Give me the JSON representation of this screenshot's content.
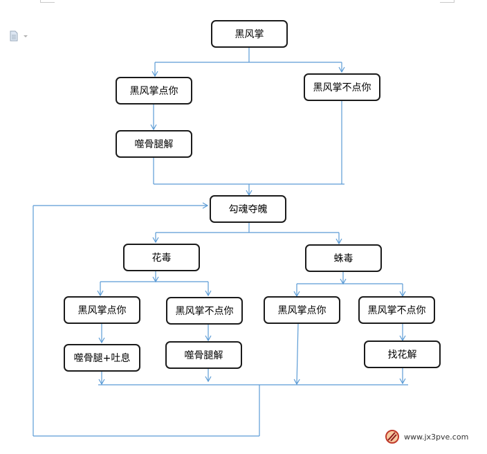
{
  "nodes": {
    "root": "黑风掌",
    "hit": "黑风掌点你",
    "miss": "黑风掌不点你",
    "hit_cure": "噬骨腿解",
    "soul": "勾魂夺魄",
    "flower": "花毒",
    "spider": "蛛毒",
    "flower_hit": "黑风掌点你",
    "flower_miss": "黑风掌不点你",
    "spider_hit": "黑风掌点你",
    "spider_miss": "黑风掌不点你",
    "flower_hit_cure": "噬骨腿+吐息",
    "flower_miss_cure": "噬骨腿解",
    "spider_miss_cure": "找花解"
  },
  "watermark": {
    "text": "www.jx3pve.com"
  },
  "colors": {
    "line": "#5b9bd5",
    "box_border": "#1a1a1a"
  }
}
